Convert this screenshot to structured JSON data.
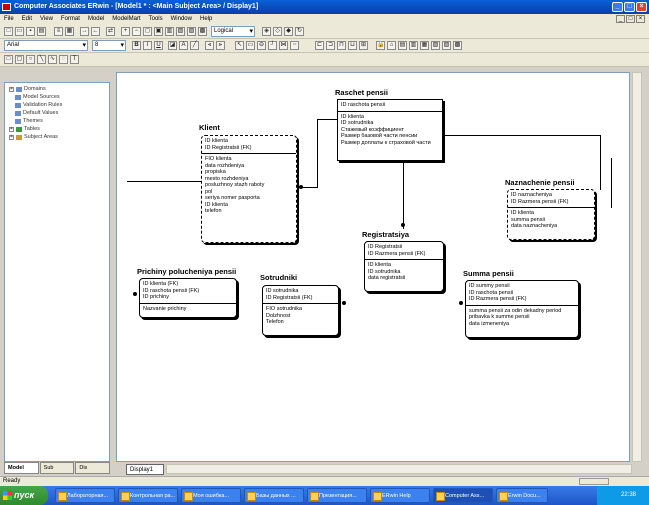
{
  "window": {
    "title": "Computer Associates ERwin - [Model1 * : <Main Subject Area> / Display1]",
    "controls": [
      "_",
      "□",
      "×"
    ]
  },
  "menu": [
    "File",
    "Edit",
    "View",
    "Format",
    "Model",
    "ModelMart",
    "Tools",
    "Window",
    "Help"
  ],
  "toolbar": {
    "view_select": "Logical",
    "font_select": "Arial",
    "size_select": "8"
  },
  "sidebar": {
    "tree": [
      "Domains",
      "Model Sources",
      "Validation Rules",
      "Default Values",
      "Themes",
      "Tables",
      "Subject Areas"
    ],
    "tabs": [
      "Model",
      "Sub",
      "Dis"
    ]
  },
  "document_tab": "Display1",
  "entities": {
    "raschet": {
      "name": "Raschet pensii",
      "keys": [
        "ID raschota pensii"
      ],
      "attrs": [
        "ID klienta",
        "ID sotrudnika",
        "Стажевый коэффициент",
        "Размер базовой части пенсии",
        "Размер доплаты к страховой части"
      ]
    },
    "klient": {
      "name": "Klient",
      "keys": [
        "ID klienta",
        "ID Registratsii (FK)"
      ],
      "attrs": [
        "FIO klienta",
        "data rozhdeniya",
        "propiska",
        "mesto rozhdeniya",
        "posluzhnoy stazh raboty",
        "pol",
        "seriya nomer pasporta",
        "ID klienta",
        "telefon"
      ]
    },
    "naznachenie": {
      "name": "Naznachenie pensii",
      "keys": [
        "ID naznacheniya",
        "ID Razmera pensii (FK)"
      ],
      "attrs": [
        "ID klienta",
        "summa pensii",
        "data naznacheniya"
      ]
    },
    "registratsiya": {
      "name": "Registratsiya",
      "keys": [
        "ID Registratsii",
        "ID Razmera pensii (FK)"
      ],
      "attrs": [
        "ID klienta",
        "ID sotrudnika",
        "data registratsii"
      ]
    },
    "prichiny": {
      "name": "Prichiny polucheniya pensii",
      "keys": [
        "ID klienta (FK)",
        "ID raschota pensii (FK)",
        "ID prichiny"
      ],
      "attrs": [
        "Nazvanie prichiny"
      ]
    },
    "sotrudniki": {
      "name": "Sotrudniki",
      "keys": [
        "ID sotrudnika",
        "ID Registratsii (FK)"
      ],
      "attrs": [
        "FIO sotrudnika",
        "Dolzhnost",
        "Telefon"
      ]
    },
    "summa": {
      "name": "Summa pensii",
      "keys": [
        "ID summy pensii",
        "ID raschota pensii",
        "ID Razmera pensii (FK)"
      ],
      "attrs": [
        "summa pensii za odin dekadny period",
        "pribavka k summe pensii",
        "data izmeneniya"
      ]
    }
  },
  "status": "Ready",
  "taskbar": {
    "start": "пуск",
    "tasks": [
      "Лабораторная...",
      "Контрольная ра...",
      "Моя ошибка...",
      "Базы данных ...",
      "Презентация...",
      "ERwin Help",
      "Computer Ass...",
      "Erwin Docu..."
    ],
    "clock": "22:38"
  }
}
